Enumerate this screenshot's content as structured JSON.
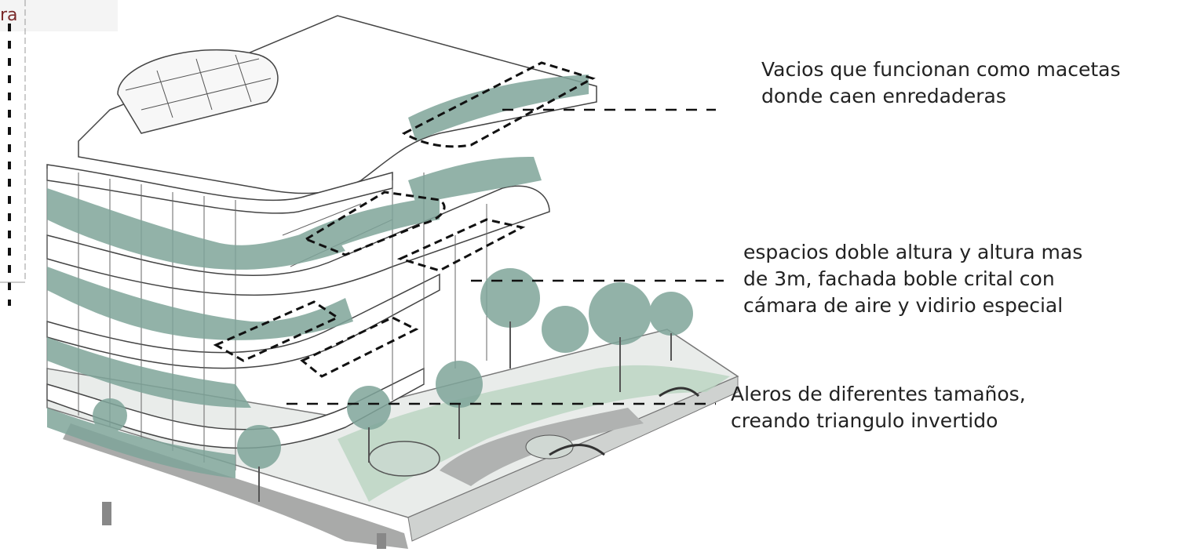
{
  "annotations": [
    {
      "id": "planters",
      "lines": [
        "Vacios que funcionan como macetas",
        "donde caen enredaderas"
      ]
    },
    {
      "id": "double-height",
      "lines": [
        "espacios doble altura y altura mas",
        "de 3m, fachada boble crital con",
        "cámara de aire y vidirio especial"
      ]
    },
    {
      "id": "eaves",
      "lines": [
        "Aleros de diferentes tamaños,",
        "creando triangulo invertido"
      ]
    }
  ],
  "fragment_text": "ra",
  "colors": {
    "vegetation": "#7fa59a",
    "ground": "#b9d4c0",
    "path": "#a9aaa9",
    "linework": "#3a3a3a",
    "fragment": "#7a2a2a"
  }
}
